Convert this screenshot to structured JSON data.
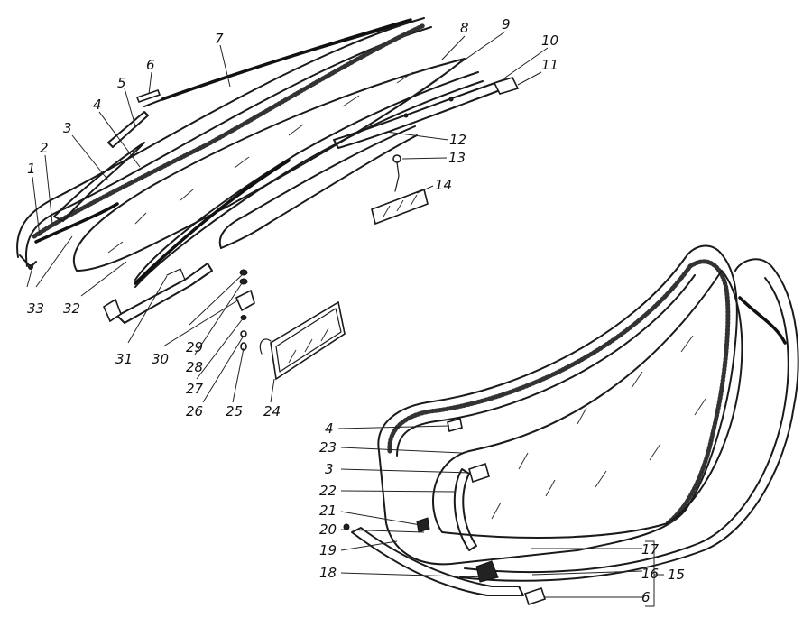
{
  "diagram": {
    "callouts": [
      "1",
      "2",
      "3",
      "4",
      "5",
      "6",
      "7",
      "8",
      "9",
      "10",
      "11",
      "12",
      "13",
      "14",
      "15",
      "16",
      "17",
      "18",
      "19",
      "20",
      "21",
      "22",
      "23",
      "24",
      "25",
      "26",
      "27",
      "28",
      "29",
      "30",
      "31",
      "32",
      "33",
      "4",
      "3",
      "6"
    ],
    "colors": {
      "ink": "#1a1a1a",
      "background": "#ffffff"
    }
  }
}
